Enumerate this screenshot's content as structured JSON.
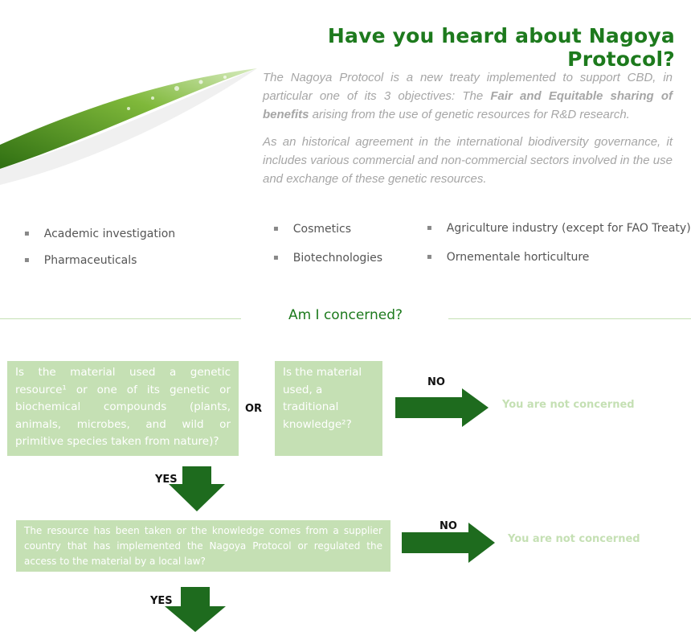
{
  "header": {
    "title": "Have you heard about Nagoya Protocol?"
  },
  "intro": {
    "p1_a": "The Nagoya Protocol is a new treaty implemented to support CBD, in particular one of its 3 objectives: The ",
    "p1_bold": "Fair and Equitable sharing of benefits",
    "p1_b": " arising from the use of genetic resources for R&D research.",
    "p2": "As an historical agreement in the international biodiversity governance, it includes various commercial and non-commercial sectors involved in the use and exchange of these genetic resources."
  },
  "sectors": [
    "Academic investigation",
    "Pharmaceuticals",
    "Cosmetics",
    "Biotechnologies",
    "Agriculture industry (except for FAO Treaty)",
    "Ornementale horticulture"
  ],
  "section": {
    "title": "Am I concerned?"
  },
  "flow": {
    "q1": "Is the material used a genetic resource¹ or one of its genetic or biochemical compounds (plants, animals, microbes, and wild or primitive species taken from nature)?",
    "or": "OR",
    "q2": "Is the material used, a traditional knowledge²?",
    "no1": "NO",
    "nc1": "You are not concerned",
    "yes1": "YES",
    "q3": "The resource has been taken or the knowledge comes from a supplier country that has implemented the Nagoya Protocol or regulated the access to the material by a local law?",
    "no2": "NO",
    "nc2": "You are not concerned",
    "yes2": "YES"
  },
  "colors": {
    "accent": "#1d7a1d",
    "box": "#c5e0b4",
    "arrow": "#1e6b1e"
  }
}
